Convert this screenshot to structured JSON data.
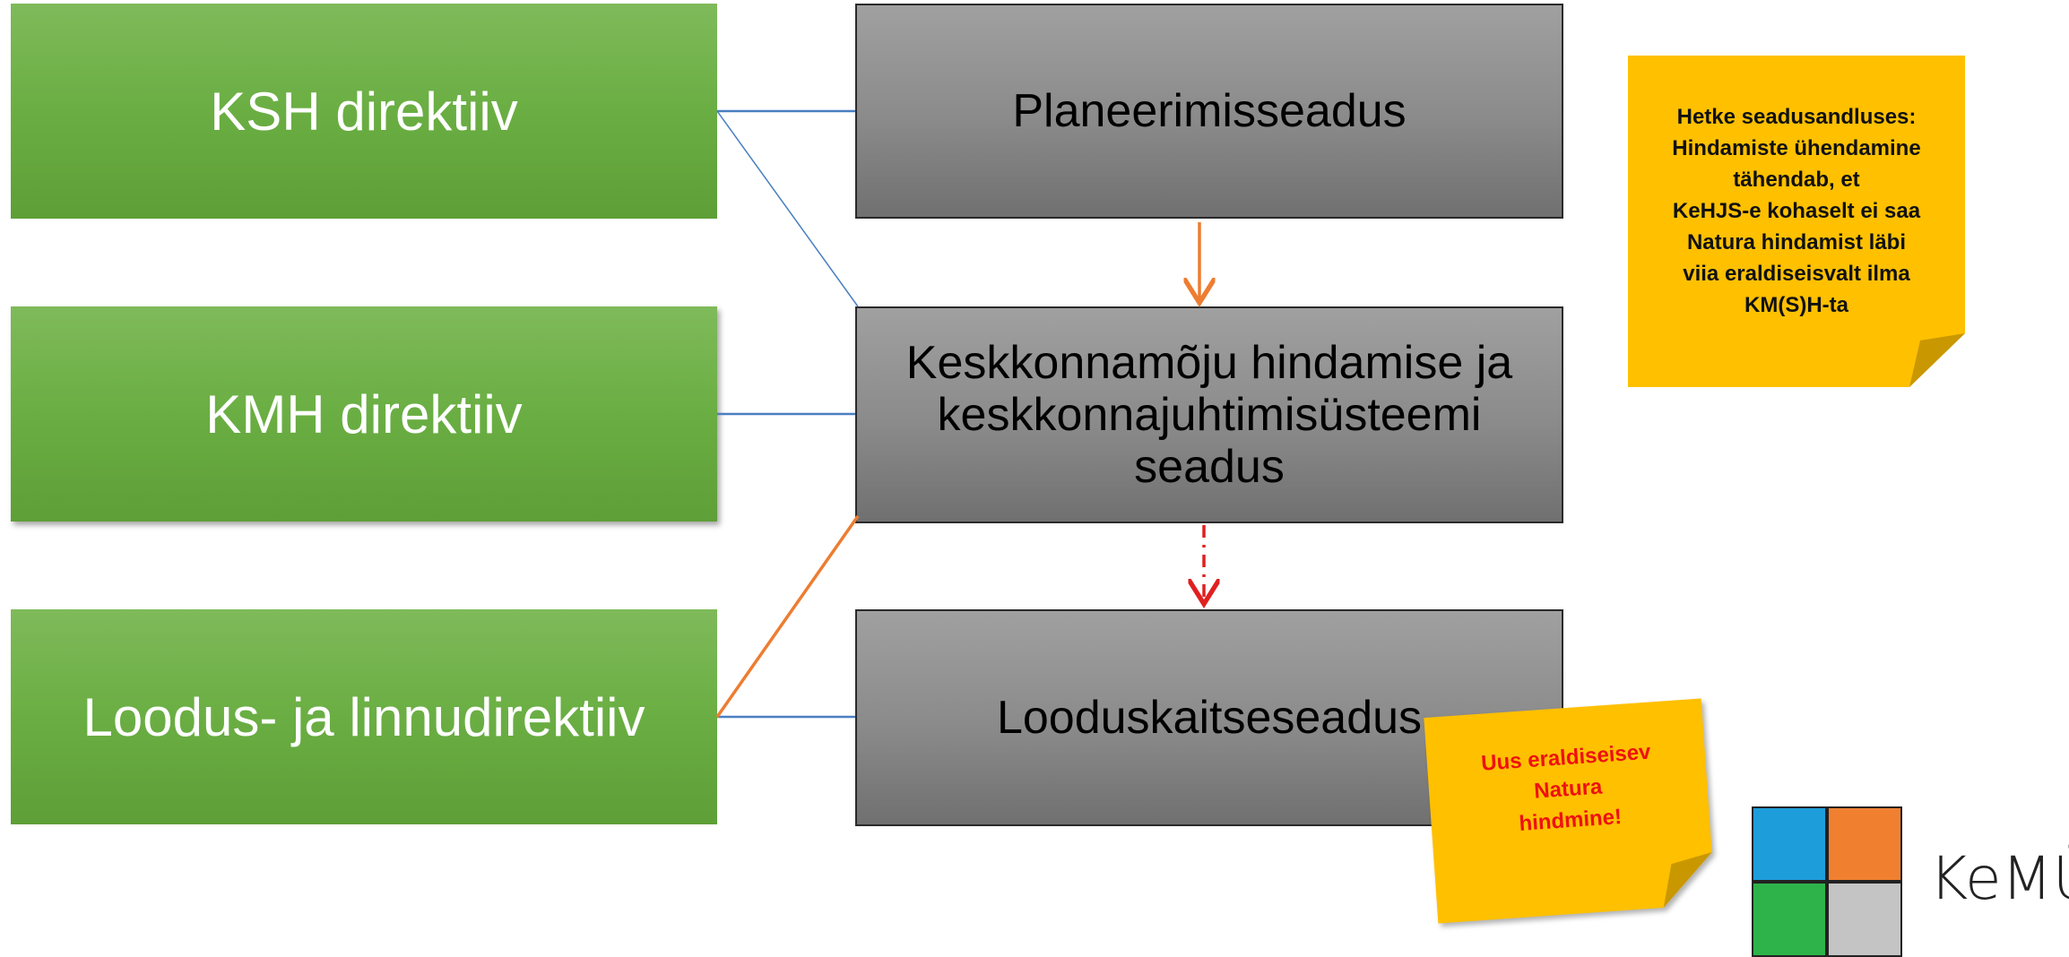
{
  "directives": {
    "ksh": "KSH direktiiv",
    "kmh": "KMH direktiiv",
    "loodus": "Loodus- ja linnudirektiiv"
  },
  "laws": {
    "planeerimis": "Planeerimisseadus",
    "kehjs_line1": "Keskkonnamõju hindamise ja",
    "kehjs_line2": "keskkonnajuhtimisüsteemi seadus",
    "looduskaitse": "Looduskaitseseadus"
  },
  "notes": {
    "top": [
      "Hetke seadusandluses:",
      "Hindamiste ühendamine",
      "tähendab, et",
      "KeHJS-e kohaselt ei saa",
      "Natura hindamist läbi",
      "viia eraldiseisvalt ilma",
      "KM(S)H-ta"
    ],
    "bottom": [
      "Uus eraldiseisev",
      "Natura",
      "hindmine!"
    ]
  },
  "logo": {
    "text": "KeMÜ",
    "colors": [
      "#1e9ddb",
      "#f08030",
      "#2db34a",
      "#c4c4c4"
    ]
  },
  "colors": {
    "connector_blue": "#4a7fc1",
    "connector_orange": "#ed7d31",
    "dashed_red": "#e02020",
    "note_text_red": "#ee1111"
  }
}
